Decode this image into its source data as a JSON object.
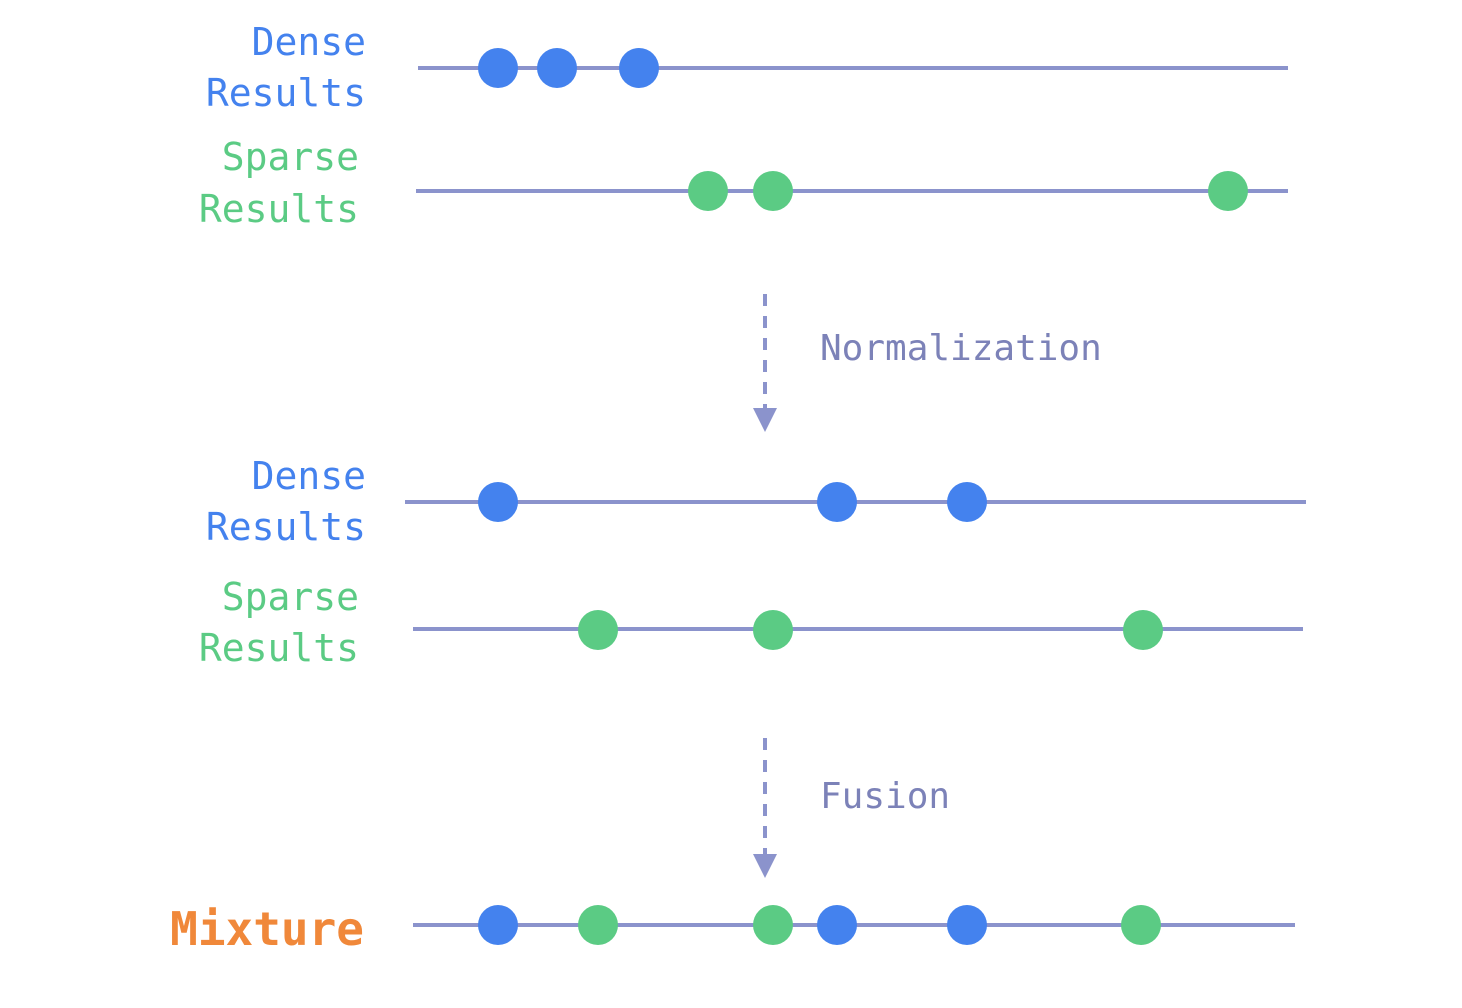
{
  "colors": {
    "dense": "#4482ee",
    "sparse": "#5bcb84",
    "line": "#8b93cc",
    "arrow": "#8b93cc",
    "mixture": "#f0883a",
    "step_text": "#7c82b8"
  },
  "stages": {
    "raw": {
      "dense": {
        "label_line1": "Dense",
        "label_line2": "Results"
      },
      "sparse": {
        "label_line1": "Sparse",
        "label_line2": "Results"
      }
    },
    "normalized": {
      "dense": {
        "label_line1": "Dense",
        "label_line2": "Results"
      },
      "sparse": {
        "label_line1": "Sparse",
        "label_line2": "Results"
      }
    },
    "mixture": {
      "label": "Mixture"
    }
  },
  "steps": {
    "normalization": "Normalization",
    "fusion": "Fusion"
  }
}
